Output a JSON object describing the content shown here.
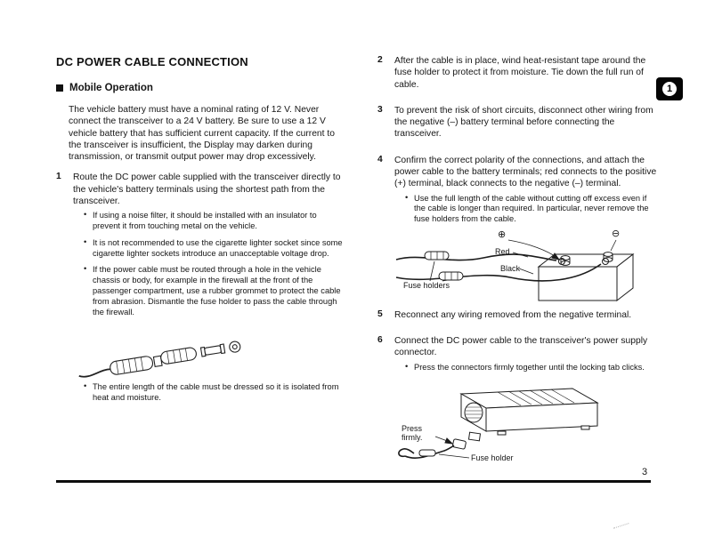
{
  "header": {
    "title": "DC POWER CABLE CONNECTION",
    "section": "Mobile Operation"
  },
  "intro": "The vehicle battery must have a nominal rating of 12 V. Never connect the transceiver to a 24 V battery. Be sure to use a 12 V vehicle battery that has sufficient current capacity. If the current to the transceiver is insufficient, the Display may darken during transmission, or transmit output power may drop excessively.",
  "steps": [
    {
      "num": "1",
      "text": "Route the DC power cable supplied with the transceiver directly to the vehicle's battery terminals using the shortest path from the transceiver.",
      "bullets": [
        "If using a noise filter, it should be installed with an insulator to prevent it from touching metal on the vehicle.",
        "It is not recommended to use the cigarette lighter socket since some cigarette lighter sockets introduce an unacceptable voltage drop.",
        "If the power cable must be routed through a hole in the vehicle chassis or body, for example in the firewall at the front of the passenger compartment, use a rubber grommet to protect the cable from abrasion. Dismantle the fuse holder to pass the cable through the firewall.",
        "The entire length of the cable must be dressed so it is isolated from heat and moisture."
      ]
    },
    {
      "num": "2",
      "text": "After the cable is in place, wind heat-resistant tape around the fuse holder to protect it from moisture. Tie down the full run of cable."
    },
    {
      "num": "3",
      "text": "To prevent the risk of short circuits, disconnect other wiring from the negative (–) battery terminal before connecting the transceiver."
    },
    {
      "num": "4",
      "text": "Confirm the correct polarity of the connections, and attach the power cable to the battery terminals; red connects to the positive (+) terminal, black connects to the negative (–) terminal.",
      "bullets": [
        "Use the full length of the cable without cutting off excess even if the cable is longer than required. In particular, never remove the fuse holders from the cable."
      ]
    },
    {
      "num": "5",
      "text": "Reconnect any wiring removed from the negative terminal."
    },
    {
      "num": "6",
      "text": "Connect the DC power cable to the transceiver's power supply connector.",
      "bullets": [
        "Press the connectors firmly together until the locking tab clicks."
      ]
    }
  ],
  "figures": {
    "battery": {
      "red": "Red",
      "black": "Black",
      "fuse_holders": "Fuse holders",
      "plus": "⊕",
      "minus": "⊖"
    },
    "transceiver": {
      "press": "Press firmly.",
      "fuse_holder": "Fuse holder"
    }
  },
  "sidebar_tab": {
    "number": "1"
  },
  "footer": {
    "page_number": "3"
  }
}
